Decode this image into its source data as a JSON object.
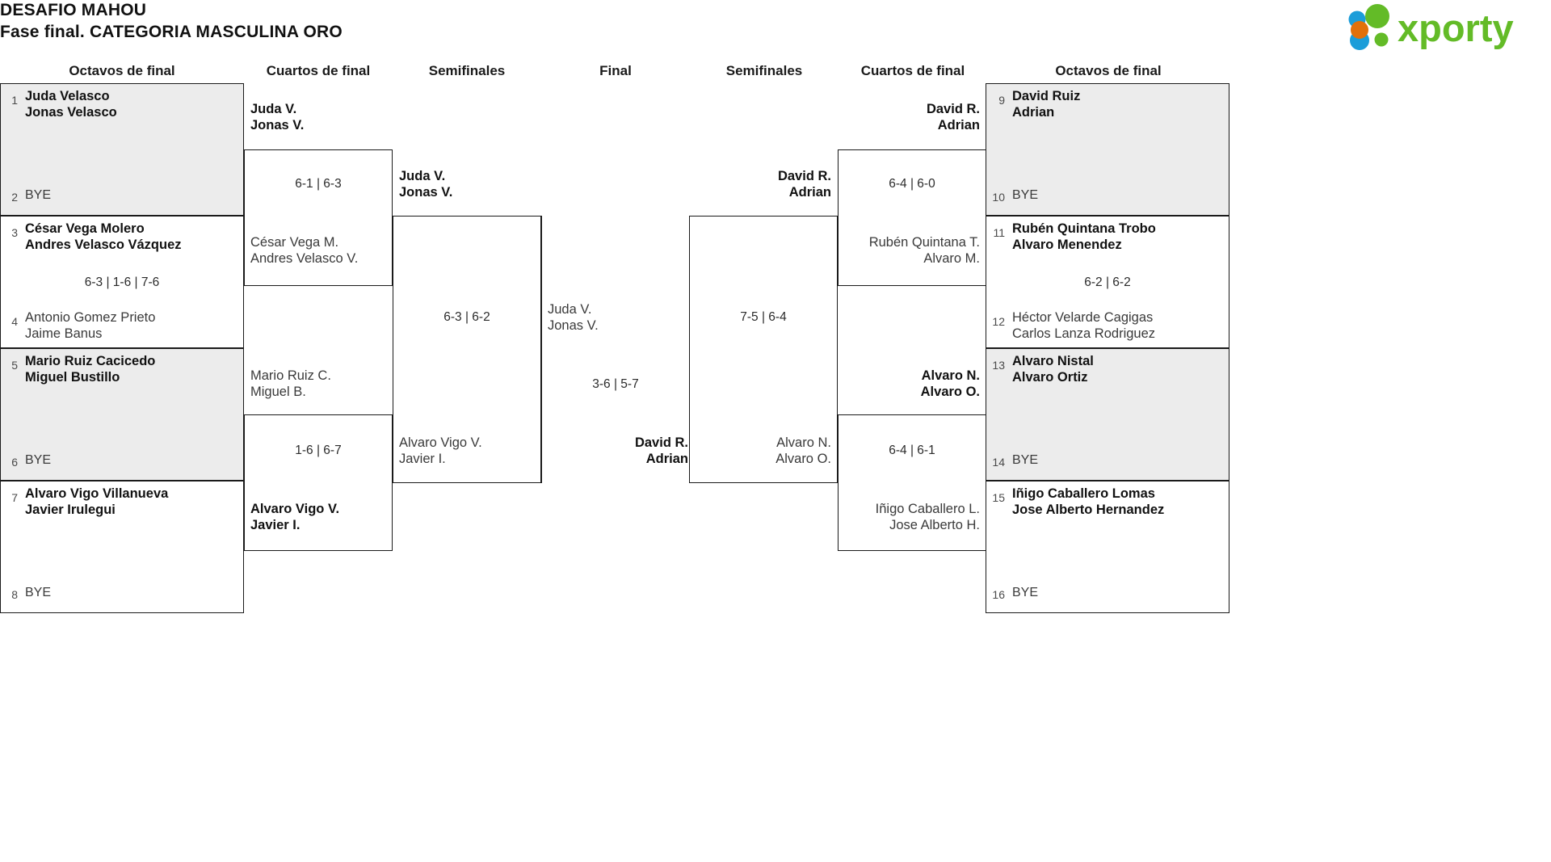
{
  "header": {
    "tournament": "DESAFIO MAHOU",
    "phase": "Fase final. CATEGORIA MASCULINA ORO",
    "logo_text": "xporty",
    "logo_colors": {
      "green": "#63bb27",
      "blue": "#1b9dd9",
      "orange": "#e2700a"
    }
  },
  "round_headers": {
    "left_r16": "Octavos de final",
    "left_qf": "Cuartos de final",
    "left_sf": "Semifinales",
    "final": "Final",
    "right_sf": "Semifinales",
    "right_qf": "Cuartos de final",
    "right_r16": "Octavos de final"
  },
  "left": {
    "r16": [
      {
        "seed": "1",
        "line1": "Juda Velasco",
        "line2": "Jonas Velasco",
        "result": "win",
        "shaded": true
      },
      {
        "seed": "2",
        "line1": "BYE",
        "line2": "",
        "result": "bye",
        "shaded": true
      },
      {
        "seed": "3",
        "line1": "César Vega Molero",
        "line2": "Andres Velasco Vázquez",
        "result": "win",
        "shaded": false
      },
      {
        "seed": "4",
        "line1": "Antonio Gomez Prieto",
        "line2": "Jaime Banus",
        "result": "lose",
        "shaded": false
      },
      {
        "seed": "5",
        "line1": "Mario Ruiz Cacicedo",
        "line2": "Miguel Bustillo",
        "result": "win",
        "shaded": true
      },
      {
        "seed": "6",
        "line1": "BYE",
        "line2": "",
        "result": "bye",
        "shaded": true
      },
      {
        "seed": "7",
        "line1": "Alvaro Vigo Villanueva",
        "line2": "Javier Irulegui",
        "result": "win",
        "shaded": false
      },
      {
        "seed": "8",
        "line1": "BYE",
        "line2": "",
        "result": "bye",
        "shaded": false
      }
    ],
    "r16_scores": [
      "",
      "6-3 | 1-6 | 7-6",
      "",
      ""
    ],
    "qf": [
      {
        "line1": "Juda V.",
        "line2": "Jonas V.",
        "result": "win"
      },
      {
        "line1": "César Vega M.",
        "line2": "Andres Velasco V.",
        "result": "lose"
      },
      {
        "line1": "Mario Ruiz C.",
        "line2": "Miguel B.",
        "result": "lose"
      },
      {
        "line1": "Alvaro Vigo V.",
        "line2": "Javier I.",
        "result": "win"
      }
    ],
    "qf_scores": [
      "6-1 | 6-3",
      "1-6 | 6-7"
    ],
    "sf": [
      {
        "line1": "Juda V.",
        "line2": "Jonas V.",
        "result": "win"
      },
      {
        "line1": "Alvaro Vigo V.",
        "line2": "Javier I.",
        "result": "lose"
      }
    ],
    "sf_score": "6-3 | 6-2",
    "finalist": {
      "line1": "Juda V.",
      "line2": "Jonas V.",
      "result": "lose"
    }
  },
  "final_score": "3-6 | 5-7",
  "right": {
    "r16": [
      {
        "seed": "9",
        "line1": "David Ruiz",
        "line2": "Adrian",
        "result": "win",
        "shaded": true
      },
      {
        "seed": "10",
        "line1": "BYE",
        "line2": "",
        "result": "bye",
        "shaded": true
      },
      {
        "seed": "11",
        "line1": "Rubén Quintana Trobo",
        "line2": "Alvaro Menendez",
        "result": "win",
        "shaded": false
      },
      {
        "seed": "12",
        "line1": "Héctor Velarde Cagigas",
        "line2": "Carlos Lanza Rodriguez",
        "result": "lose",
        "shaded": false
      },
      {
        "seed": "13",
        "line1": "Alvaro Nistal",
        "line2": "Alvaro Ortiz",
        "result": "win",
        "shaded": true
      },
      {
        "seed": "14",
        "line1": "BYE",
        "line2": "",
        "result": "bye",
        "shaded": true
      },
      {
        "seed": "15",
        "line1": "Iñigo Caballero Lomas",
        "line2": "Jose Alberto Hernandez",
        "result": "win",
        "shaded": false
      },
      {
        "seed": "16",
        "line1": "BYE",
        "line2": "",
        "result": "bye",
        "shaded": false
      }
    ],
    "r16_scores": [
      "",
      "6-2 | 6-2",
      "",
      ""
    ],
    "qf": [
      {
        "line1": "David R.",
        "line2": "Adrian",
        "result": "win"
      },
      {
        "line1": "Rubén Quintana T.",
        "line2": "Alvaro M.",
        "result": "lose"
      },
      {
        "line1": "Alvaro N.",
        "line2": "Alvaro O.",
        "result": "win"
      },
      {
        "line1": "Iñigo Caballero L.",
        "line2": "Jose Alberto H.",
        "result": "lose"
      }
    ],
    "qf_scores": [
      "6-4 | 6-0",
      "6-4 | 6-1"
    ],
    "sf": [
      {
        "line1": "David R.",
        "line2": "Adrian",
        "result": "win"
      },
      {
        "line1": "Alvaro N.",
        "line2": "Alvaro O.",
        "result": "lose"
      }
    ],
    "sf_score": "7-5 | 6-4",
    "finalist": {
      "line1": "David R.",
      "line2": "Adrian",
      "result": "win"
    }
  }
}
